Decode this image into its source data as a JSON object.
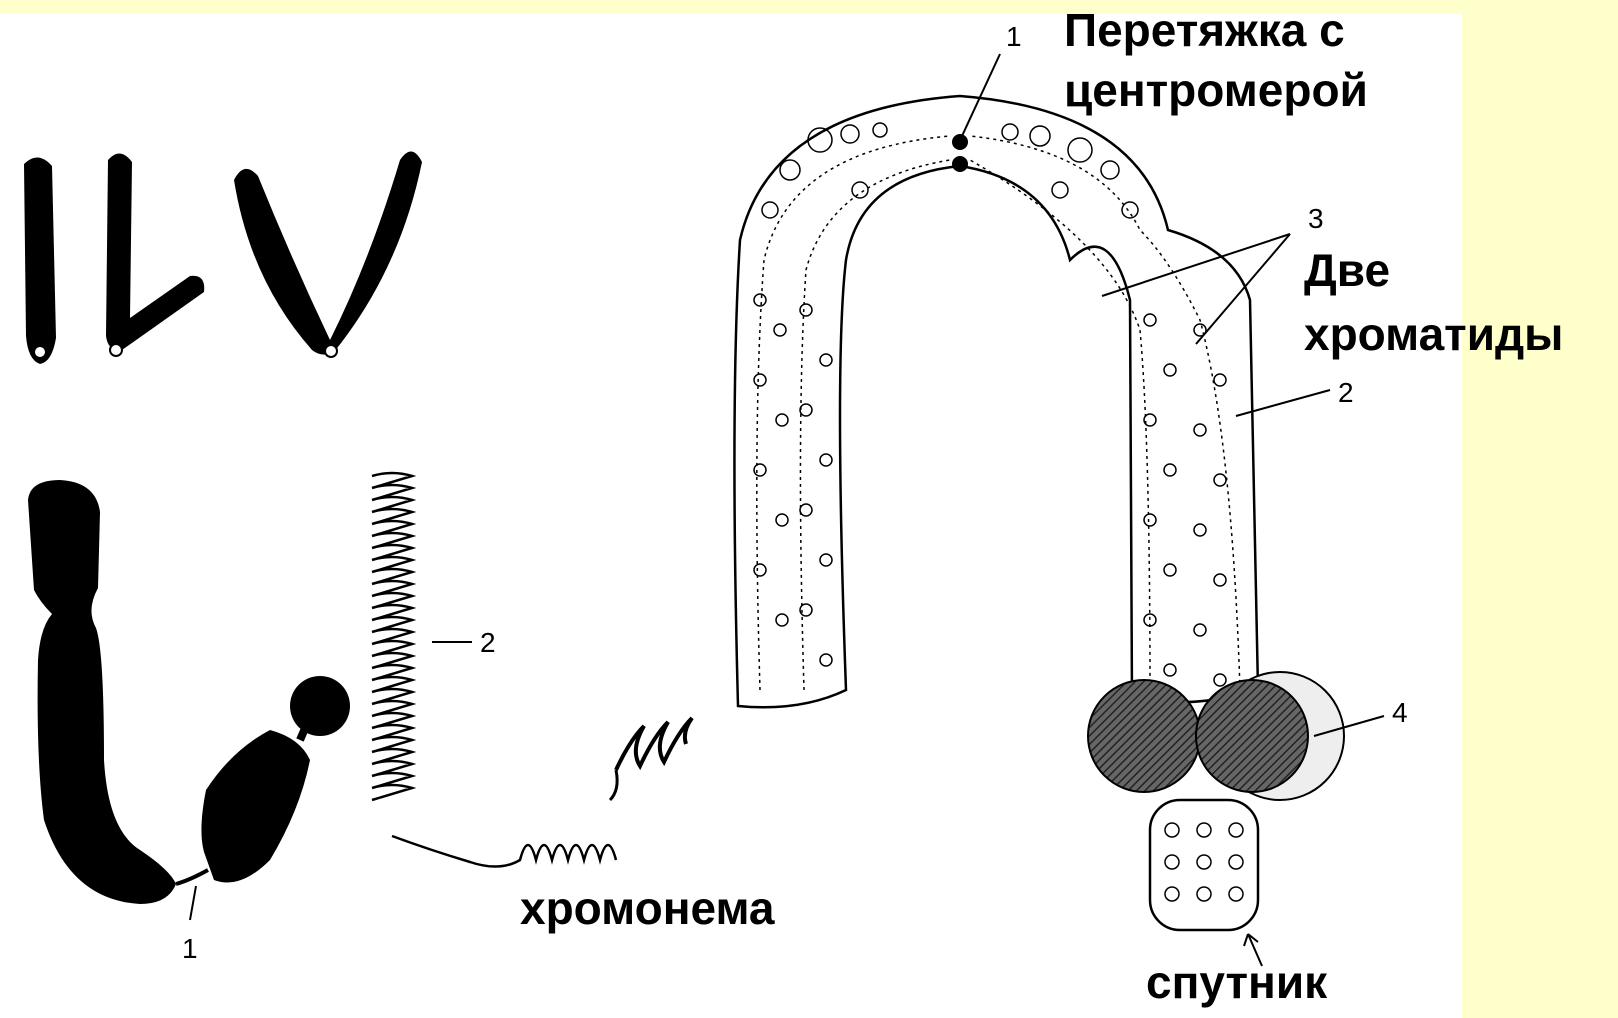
{
  "labels": {
    "constriction_line1": "Перетяжка с",
    "constriction_line2": "центромерой",
    "chromatids_line1": "Две",
    "chromatids_line2": "хроматиды",
    "chromonema": "хромонема",
    "satellite": "спутник"
  },
  "numbers": {
    "n1_top": "1",
    "n3": "3",
    "n2_right": "2",
    "n4": "4",
    "n2_coil": "2",
    "n1_bottom": "1"
  },
  "colors": {
    "background": "#FFFFCC",
    "panel": "#FFFFFF",
    "ink": "#000000",
    "shade": "#555555"
  }
}
